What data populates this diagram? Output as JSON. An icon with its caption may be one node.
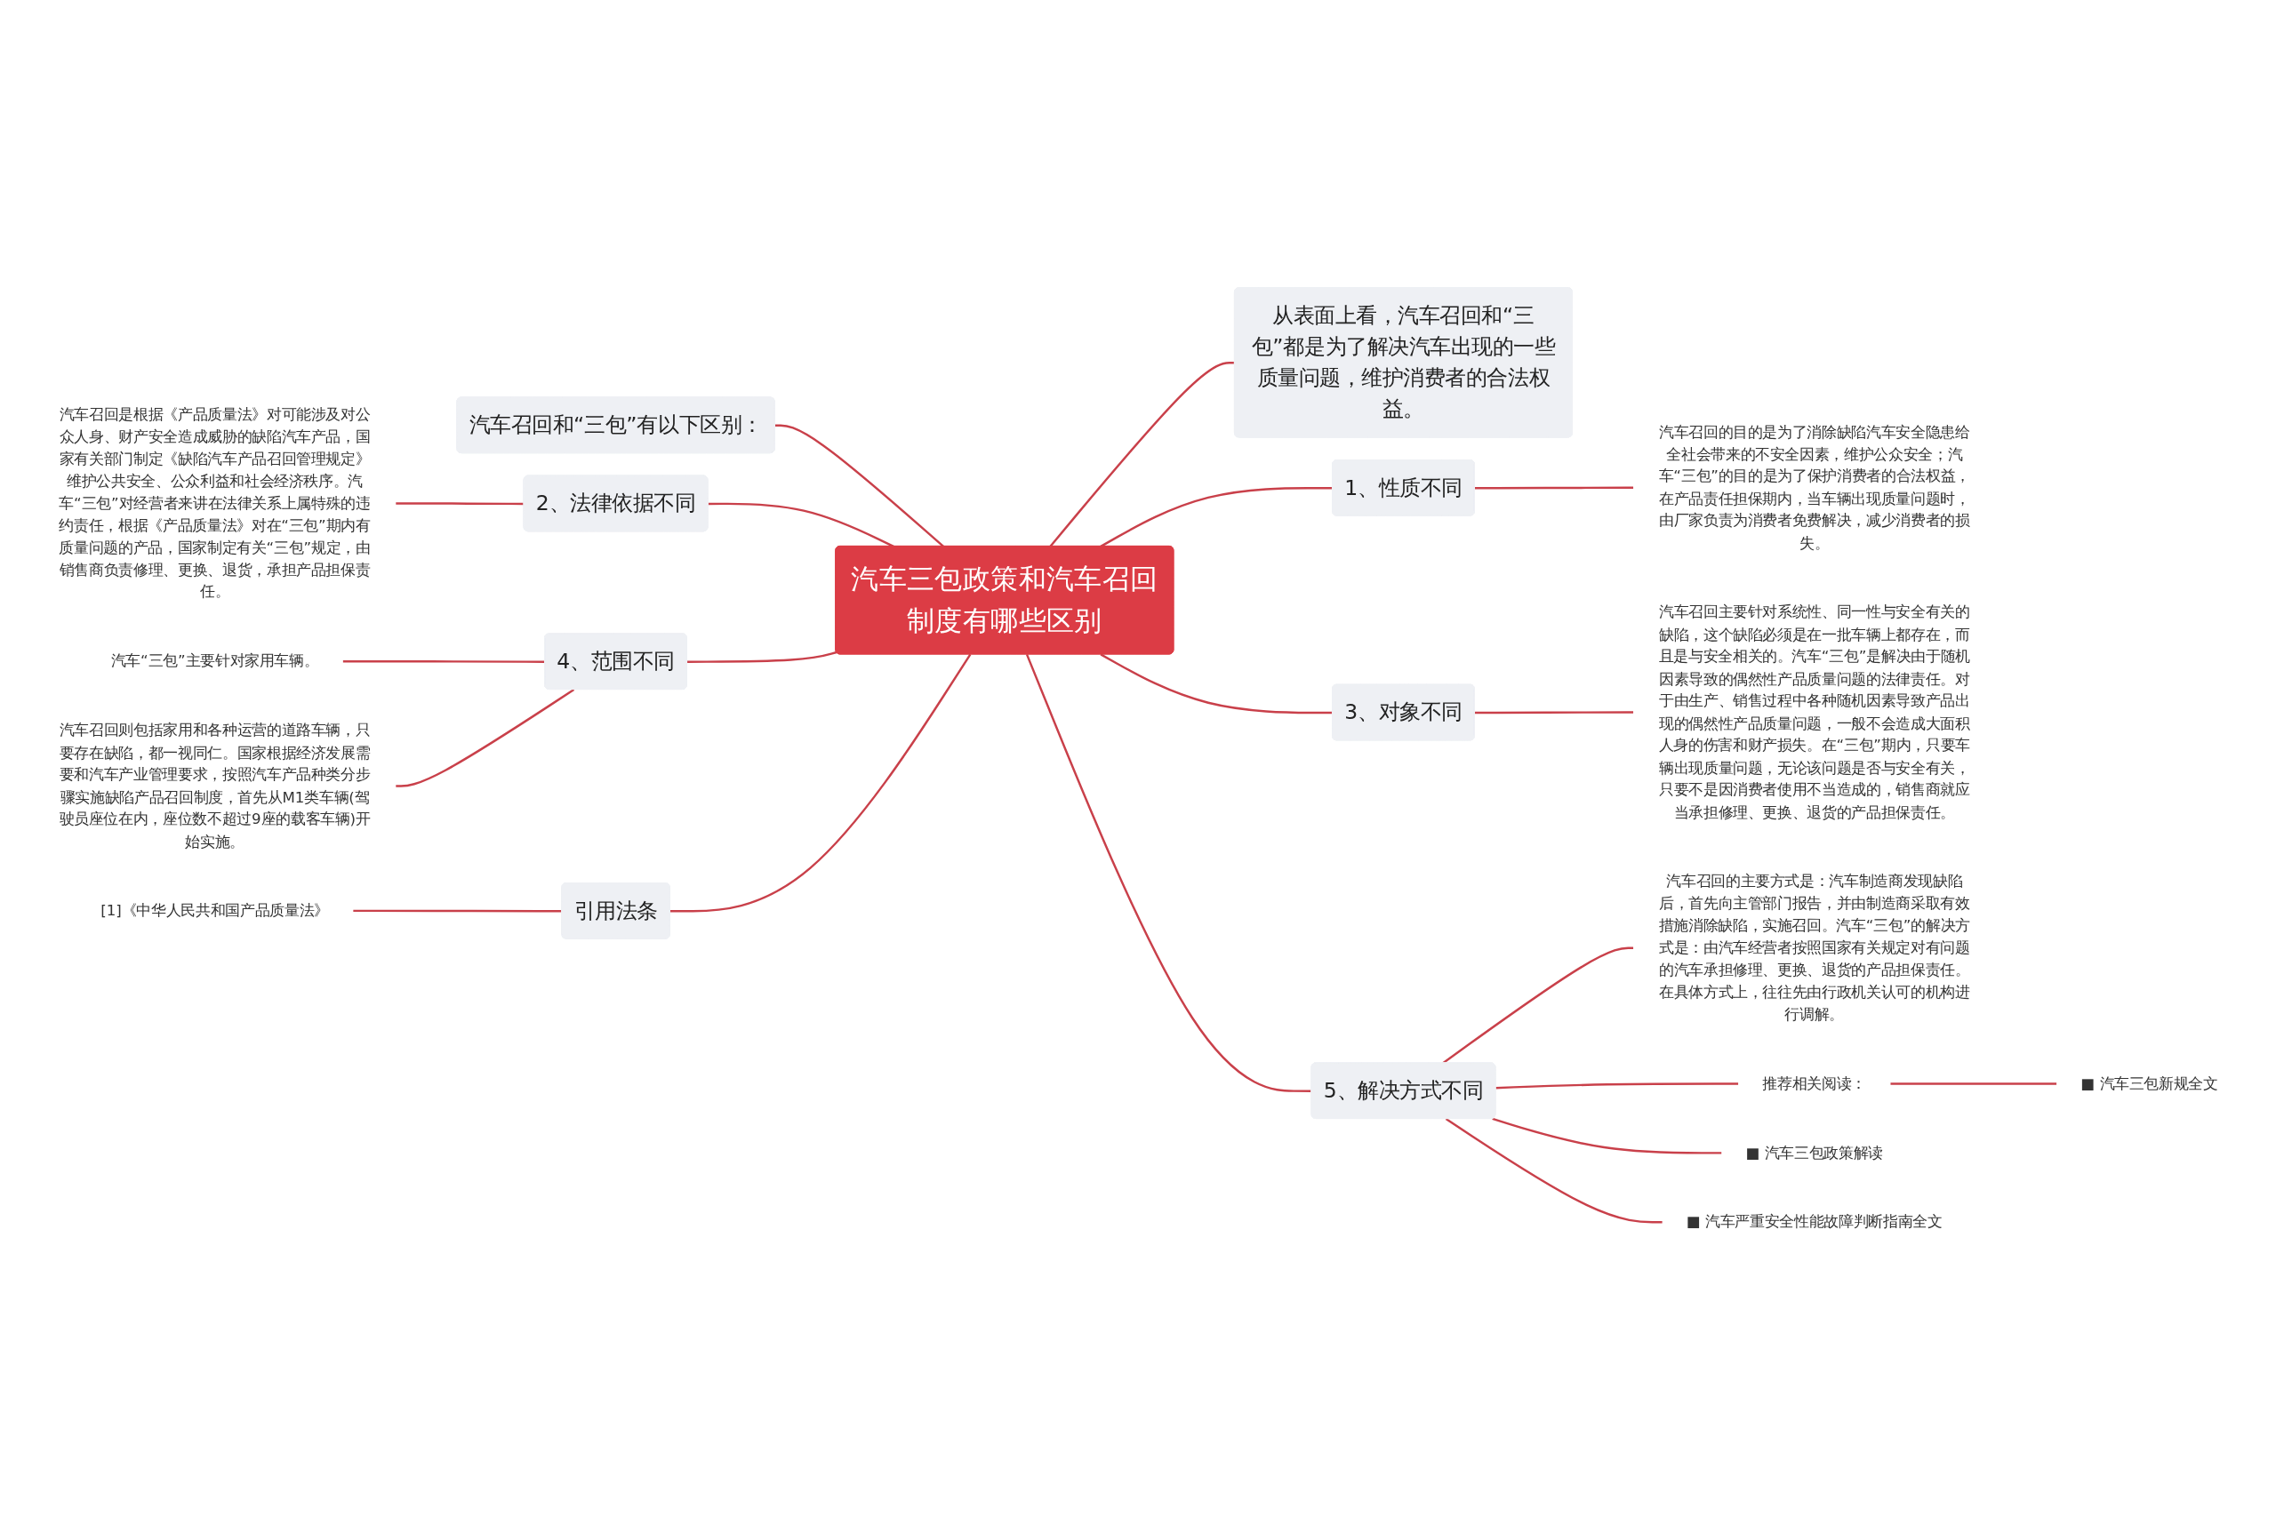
{
  "diagram": {
    "nodes": [
      {
        "text": [
          "汽车三包政策和汽车召回制度有哪些区别"
        ]
      },
      {
        "text": [
          "从表面上看，汽车召回和“三包”都是为了解决汽车出现的一些质量问题，维护消费者的合法权益。"
        ]
      },
      {
        "text": [
          "1、性质不同"
        ]
      },
      {
        "text": [
          "汽车召回的目的是为了消除缺陷汽车安全隐患给全社会带来的不安全因素，维护公众安全；汽车“三包”的目的是为了保护消费者的合法权益，在产品责任担保期内，当车辆出现质量问题时，由厂家负责为消费者免费解决，减少消费者的损失。"
        ]
      },
      {
        "text": [
          "3、对象不同"
        ]
      },
      {
        "text": [
          "汽车召回主要针对系统性、同一性与安全有关的缺陷，这个缺陷必须是在一批车辆上都存在，而且是与安全相关的。汽车“三包”是解决由于随机因素导致的偶然性产品质量问题的法律责任。对于由生产、销售过程中各种随机因素导致产品出现的偶然性产品质量问题，一般不会造成大面积人身的伤害和财产损失。在“三包”期内，只要车辆出现质量问题，无论该问题是否与安全有关，只要不是因消费者使用不当造成的，销售商就应当承担修理、更换、退货的产品担保责任。"
        ]
      },
      {
        "text": [
          "5、解决方式不同"
        ]
      },
      {
        "text": [
          "汽车召回的主要方式是：汽车制造商发现缺陷后，首先向主管部门报告，并由制造商采取有效措施消除缺陷，实施召回。汽车“三包”的解决方式是：由汽车经营者按照国家有关规定对有问题的汽车承担修理、更换、退货的产品担保责任。在具体方式上，往往先由行政机关认可的机构进行调解。"
        ]
      },
      {
        "text": [
          "推荐相关阅读："
        ]
      },
      {
        "text": [
          "■ 汽车三包新规全文"
        ]
      },
      {
        "text": [
          "■ 汽车三包政策解读"
        ]
      },
      {
        "text": [
          "■ 汽车严重安全性能故障判断指南全文"
        ]
      },
      {
        "text": [
          "汽车召回和“三包”有以下区别："
        ]
      },
      {
        "text": [
          "2、法律依据不同"
        ]
      },
      {
        "text": [
          "汽车召回是根据《产品质量法》对可能涉及对公众人身、财产安全造成威胁的缺陷汽车产品，国家有关部门制定《缺陷汽车产品召回管理规定》维护公共安全、公众利益和社会经济秩序。汽车“三包”对经营者来讲在法律关系上属特殊的违约责任，根据《产品质量法》对在“三包”期内有质量问题的产品，国家制定有关“三包”规定，由销售商负责修理、更换、退货，承担产品担保责任。"
        ]
      },
      {
        "text": [
          "4、范围不同"
        ]
      },
      {
        "text": [
          "汽车“三包”主要针对家用车辆。"
        ]
      },
      {
        "text": [
          "汽车召回则包括家用和各种运营的道路车辆，只要存在缺陷，都一视同仁。国家根据经济发展需要和汽车产业管理要求，按照汽车产品种类分步骤实施缺陷产品召回制度，首先从M1类车辆(驾驶员座位在内，座位数不超过9座的载客车辆)开始实施。"
        ]
      },
      {
        "text": [
          "引用法条"
        ]
      },
      {
        "text": [
          "[1]《中华人民共和国产品质量法》"
        ]
      }
    ],
    "edges": [
      {
        "from": 0,
        "to": 1,
        "arrow": "none"
      },
      {
        "from": 0,
        "to": 2,
        "arrow": "none"
      },
      {
        "from": 2,
        "to": 3,
        "arrow": "none"
      },
      {
        "from": 0,
        "to": 4,
        "arrow": "none"
      },
      {
        "from": 4,
        "to": 5,
        "arrow": "none"
      },
      {
        "from": 0,
        "to": 6,
        "arrow": "none"
      },
      {
        "from": 6,
        "to": 7,
        "arrow": "none"
      },
      {
        "from": 6,
        "to": 8,
        "arrow": "none"
      },
      {
        "from": 8,
        "to": 9,
        "arrow": "none"
      },
      {
        "from": 6,
        "to": 10,
        "arrow": "none"
      },
      {
        "from": 6,
        "to": 11,
        "arrow": "none"
      },
      {
        "from": 0,
        "to": 12,
        "arrow": "none"
      },
      {
        "from": 0,
        "to": 13,
        "arrow": "none"
      },
      {
        "from": 13,
        "to": 14,
        "arrow": "none"
      },
      {
        "from": 0,
        "to": 15,
        "arrow": "none"
      },
      {
        "from": 15,
        "to": 16,
        "arrow": "none"
      },
      {
        "from": 15,
        "to": 17,
        "arrow": "none"
      },
      {
        "from": 0,
        "to": 18,
        "arrow": "none"
      },
      {
        "from": 18,
        "to": 19,
        "arrow": "none"
      }
    ]
  }
}
